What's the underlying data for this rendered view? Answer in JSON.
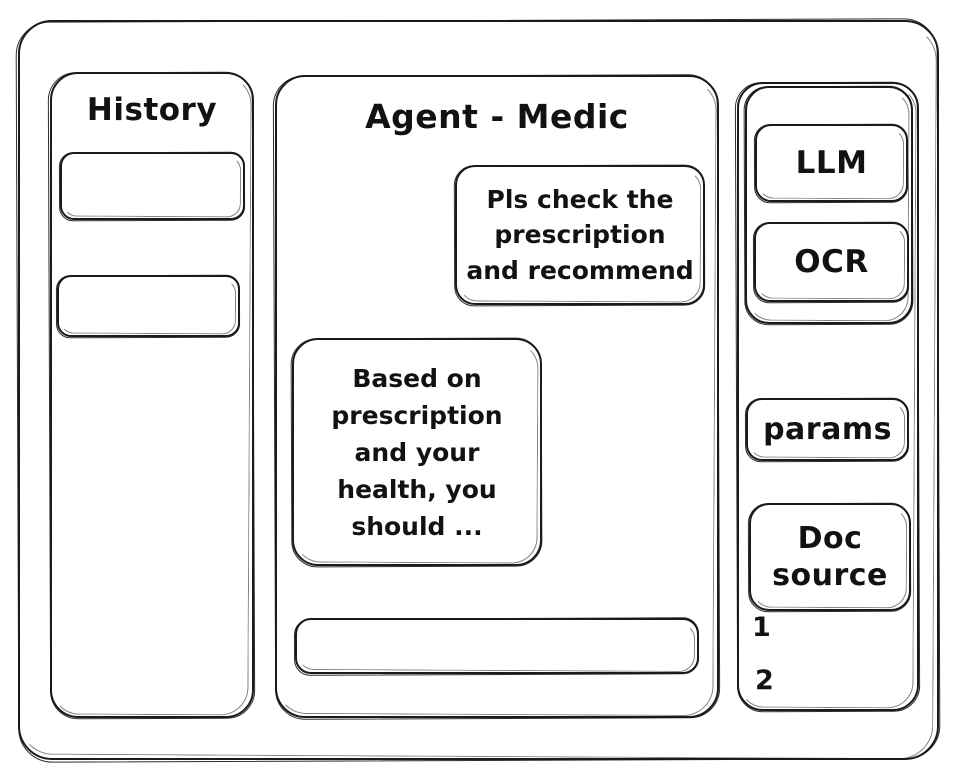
{
  "window": {
    "name": "agent-medic-wireframe"
  },
  "history": {
    "title": "History",
    "items": [
      {
        "label": ""
      },
      {
        "label": ""
      }
    ]
  },
  "agent": {
    "title": "Agent - Medic",
    "messages": [
      {
        "role": "user",
        "text": "Pls check the\nprescription\nand recommend"
      },
      {
        "role": "assistant",
        "text": "Based on\nprescription\nand your\nhealth, you\nshould ..."
      }
    ],
    "composer": {
      "value": "",
      "placeholder": ""
    }
  },
  "tools": {
    "model_group": [
      {
        "label": "LLM"
      },
      {
        "label": "OCR"
      }
    ],
    "params_label": "params",
    "doc_source_label": "Doc\nsource",
    "doc_source_items": [
      "1",
      "2"
    ]
  },
  "colors": {
    "stroke": "#1b1b1b",
    "background": "#ffffff"
  }
}
